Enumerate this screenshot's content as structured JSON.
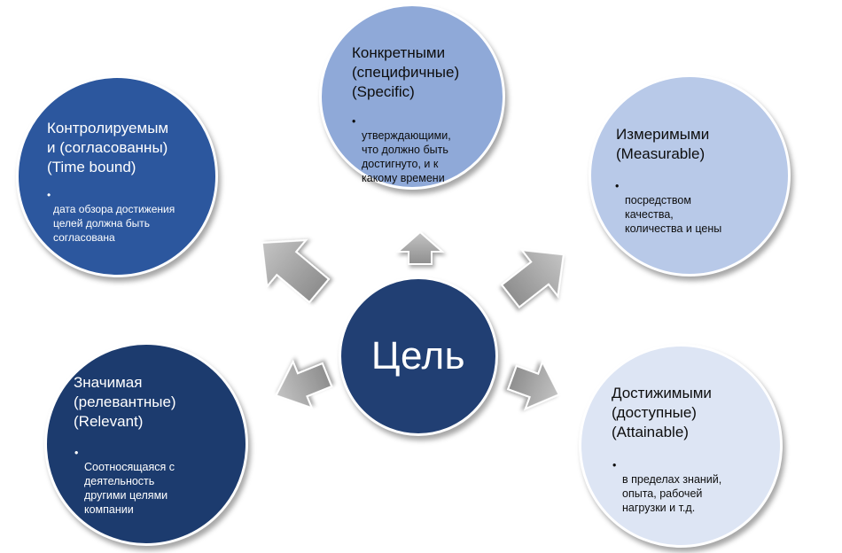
{
  "center": {
    "label": "Цель",
    "color": "#213f73"
  },
  "nodes": {
    "specific": {
      "title": "Конкретными\n(специфичные)\n(Specific)",
      "bullet": "утверждающими,\nчто должно быть\nдостигнуто, и к\nкакому времени",
      "color": "#8fa9d8"
    },
    "time_bound": {
      "title": "Контролируемым\nи (согласованны)\n(Time bound)",
      "bullet": "дата обзора достижения\nцелей должна быть\nсогласована",
      "color": "#2c579e"
    },
    "measurable": {
      "title": "Измеримыми\n(Measurable)",
      "bullet": "посредством\nкачества,\nколичества и цены",
      "color": "#b8c9e8"
    },
    "relevant": {
      "title": "Значимая\n(релевантные)\n(Relevant)",
      "bullet": "Соотносящаяся с\nдеятельность\nдругими целями\nкомпании",
      "color": "#1c3b6e"
    },
    "attainable": {
      "title": "Достижимыми\n(доступные)\n(Attainable)",
      "bullet": "в пределах знаний,\nопыта, рабочей\nнагрузки и т.д.",
      "color": "#dde5f4"
    }
  },
  "arrow_color": "#a6a6a6",
  "bullet_glyph": "•"
}
